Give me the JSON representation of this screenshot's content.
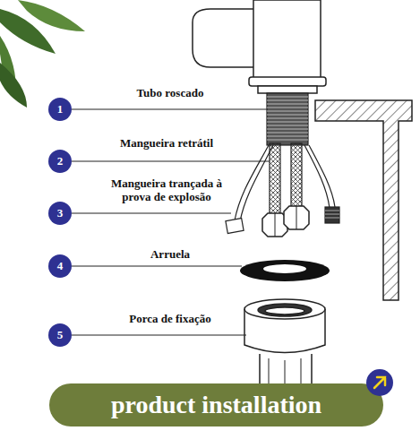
{
  "diagram": {
    "nodes": [
      {
        "text": [
          "1"
        ]
      },
      {
        "text": [
          "2"
        ]
      },
      {
        "text": [
          "3"
        ]
      },
      {
        "text": [
          "4"
        ]
      },
      {
        "text": [
          "5"
        ]
      },
      {
        "text": [
          "product installation"
        ]
      }
    ],
    "labels": [
      "Tubo roscado",
      "Mangueira retrátil",
      "Mangueira trançada à prova de explosão",
      "Arruela",
      "Porca de fixação"
    ]
  }
}
